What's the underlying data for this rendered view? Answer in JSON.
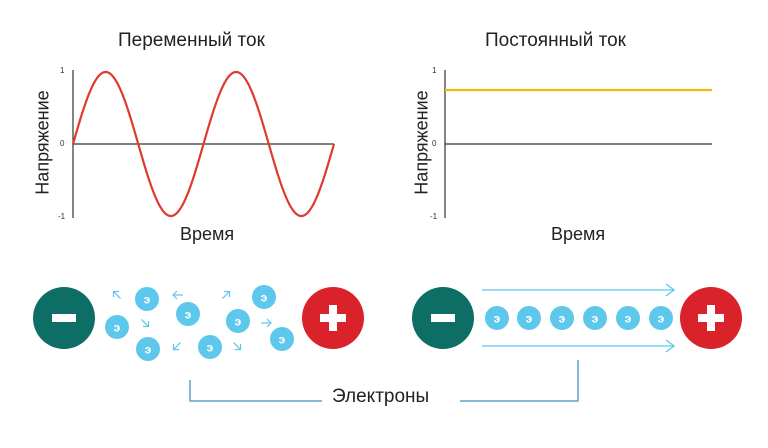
{
  "ac": {
    "title": "Переменный ток",
    "xlabel": "Время",
    "ylabel": "Напряжение",
    "ticks": [
      "1",
      "0",
      "-1"
    ]
  },
  "dc": {
    "title": "Постоянный ток",
    "xlabel": "Время",
    "ylabel": "Напряжение",
    "ticks": [
      "1",
      "0",
      "-1"
    ]
  },
  "electron_symbol": "э",
  "electrons_label": "Электроны",
  "colors": {
    "ac_wave": "#e03a2f",
    "dc_line": "#f5b90a",
    "minus_terminal": "#0d6e66",
    "plus_terminal": "#d9222a",
    "electron": "#5ec7ec",
    "arrow": "#5ec7ec",
    "bracket": "#3e8ec0"
  },
  "chart_data": [
    {
      "type": "line",
      "title": "Переменный ток",
      "xlabel": "Время",
      "ylabel": "Напряжение",
      "ylim": [
        -1,
        1
      ],
      "series": [
        {
          "function": "sine",
          "cycles": 2,
          "amplitude": 1
        }
      ]
    },
    {
      "type": "line",
      "title": "Постоянный ток",
      "xlabel": "Время",
      "ylabel": "Напряжение",
      "ylim": [
        -1,
        1
      ],
      "series": [
        {
          "function": "constant",
          "value": 0.75
        }
      ]
    }
  ]
}
